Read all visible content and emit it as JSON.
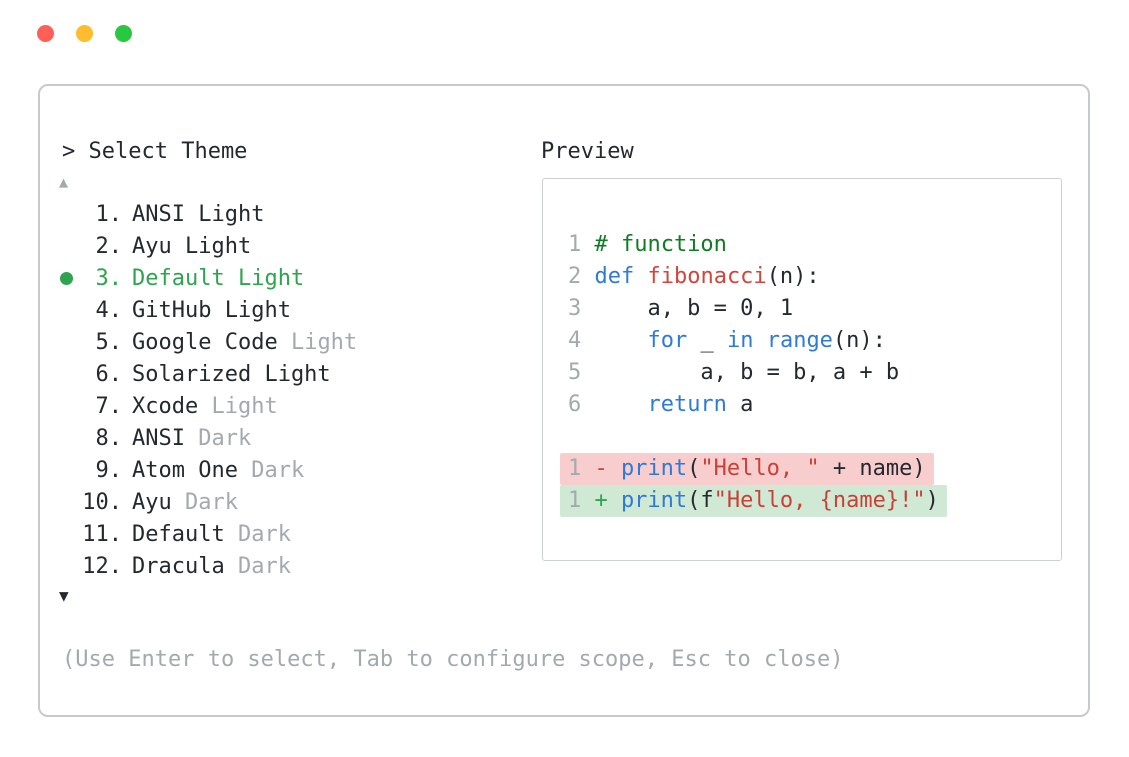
{
  "window": {
    "traffic_lights": [
      {
        "name": "close",
        "color": "#ff5f57"
      },
      {
        "name": "minimize",
        "color": "#febc2e"
      },
      {
        "name": "zoom",
        "color": "#28c840"
      }
    ]
  },
  "selector": {
    "prompt": "> Select Theme",
    "scroll_up": "▲",
    "scroll_down": "▼",
    "hint": "(Use Enter to select, Tab to configure scope, Esc to close)",
    "items": [
      {
        "number": "1.",
        "name": "ANSI Light",
        "suffix": "",
        "selected": false
      },
      {
        "number": "2.",
        "name": "Ayu Light",
        "suffix": "",
        "selected": false
      },
      {
        "number": "3.",
        "name": "Default Light",
        "suffix": "",
        "selected": true
      },
      {
        "number": "4.",
        "name": "GitHub Light",
        "suffix": "",
        "selected": false
      },
      {
        "number": "5.",
        "name": "Google Code",
        "suffix": "Light",
        "selected": false
      },
      {
        "number": "6.",
        "name": "Solarized Light",
        "suffix": "",
        "selected": false
      },
      {
        "number": "7.",
        "name": "Xcode",
        "suffix": "Light",
        "selected": false
      },
      {
        "number": "8.",
        "name": "ANSI",
        "suffix": "Dark",
        "selected": false
      },
      {
        "number": "9.",
        "name": "Atom One",
        "suffix": "Dark",
        "selected": false
      },
      {
        "number": "10.",
        "name": "Ayu",
        "suffix": "Dark",
        "selected": false
      },
      {
        "number": "11.",
        "name": "Default",
        "suffix": "Dark",
        "selected": false
      },
      {
        "number": "12.",
        "name": "Dracula",
        "suffix": "Dark",
        "selected": false
      }
    ]
  },
  "preview": {
    "title": "Preview",
    "code_lines": [
      {
        "num": "1",
        "tokens": [
          [
            "comment",
            "# function"
          ]
        ]
      },
      {
        "num": "2",
        "tokens": [
          [
            "keyword",
            "def"
          ],
          [
            "plain",
            " "
          ],
          [
            "function",
            "fibonacci"
          ],
          [
            "plain",
            "(n):"
          ]
        ]
      },
      {
        "num": "3",
        "tokens": [
          [
            "plain",
            "    a, b = 0, 1"
          ]
        ]
      },
      {
        "num": "4",
        "tokens": [
          [
            "plain",
            "    "
          ],
          [
            "keyword",
            "for"
          ],
          [
            "plain",
            " _ "
          ],
          [
            "keyword",
            "in"
          ],
          [
            "plain",
            " "
          ],
          [
            "keyword",
            "range"
          ],
          [
            "plain",
            "(n):"
          ]
        ]
      },
      {
        "num": "5",
        "tokens": [
          [
            "plain",
            "        a, b = b, a + b"
          ]
        ]
      },
      {
        "num": "6",
        "tokens": [
          [
            "plain",
            "    "
          ],
          [
            "keyword",
            "return"
          ],
          [
            "plain",
            " a"
          ]
        ]
      }
    ],
    "diff_lines": [
      {
        "num": "1",
        "sign": "-",
        "kind": "removed",
        "tokens": [
          [
            "keyword",
            "print"
          ],
          [
            "plain",
            "("
          ],
          [
            "string",
            "\"Hello, \""
          ],
          [
            "plain",
            " + name)"
          ]
        ]
      },
      {
        "num": "1",
        "sign": "+",
        "kind": "added",
        "tokens": [
          [
            "keyword",
            "print"
          ],
          [
            "plain",
            "(f"
          ],
          [
            "string",
            "\"Hello, {name}!\""
          ],
          [
            "plain",
            ")"
          ]
        ]
      }
    ]
  },
  "colors": {
    "accent_green": "#2da44e",
    "dim_text": "#a3a9af",
    "text": "#24292f",
    "border": "#c6cacf",
    "comment": "#0f7b22",
    "keyword": "#2e7bd6",
    "function_name": "#d0453c",
    "string": "#cb4036",
    "line_number": "#a3a9af",
    "removed_bg": "#f8cdcd",
    "added_bg": "#cfe9d4",
    "minus": "#d0453c",
    "plus": "#2da44e"
  }
}
